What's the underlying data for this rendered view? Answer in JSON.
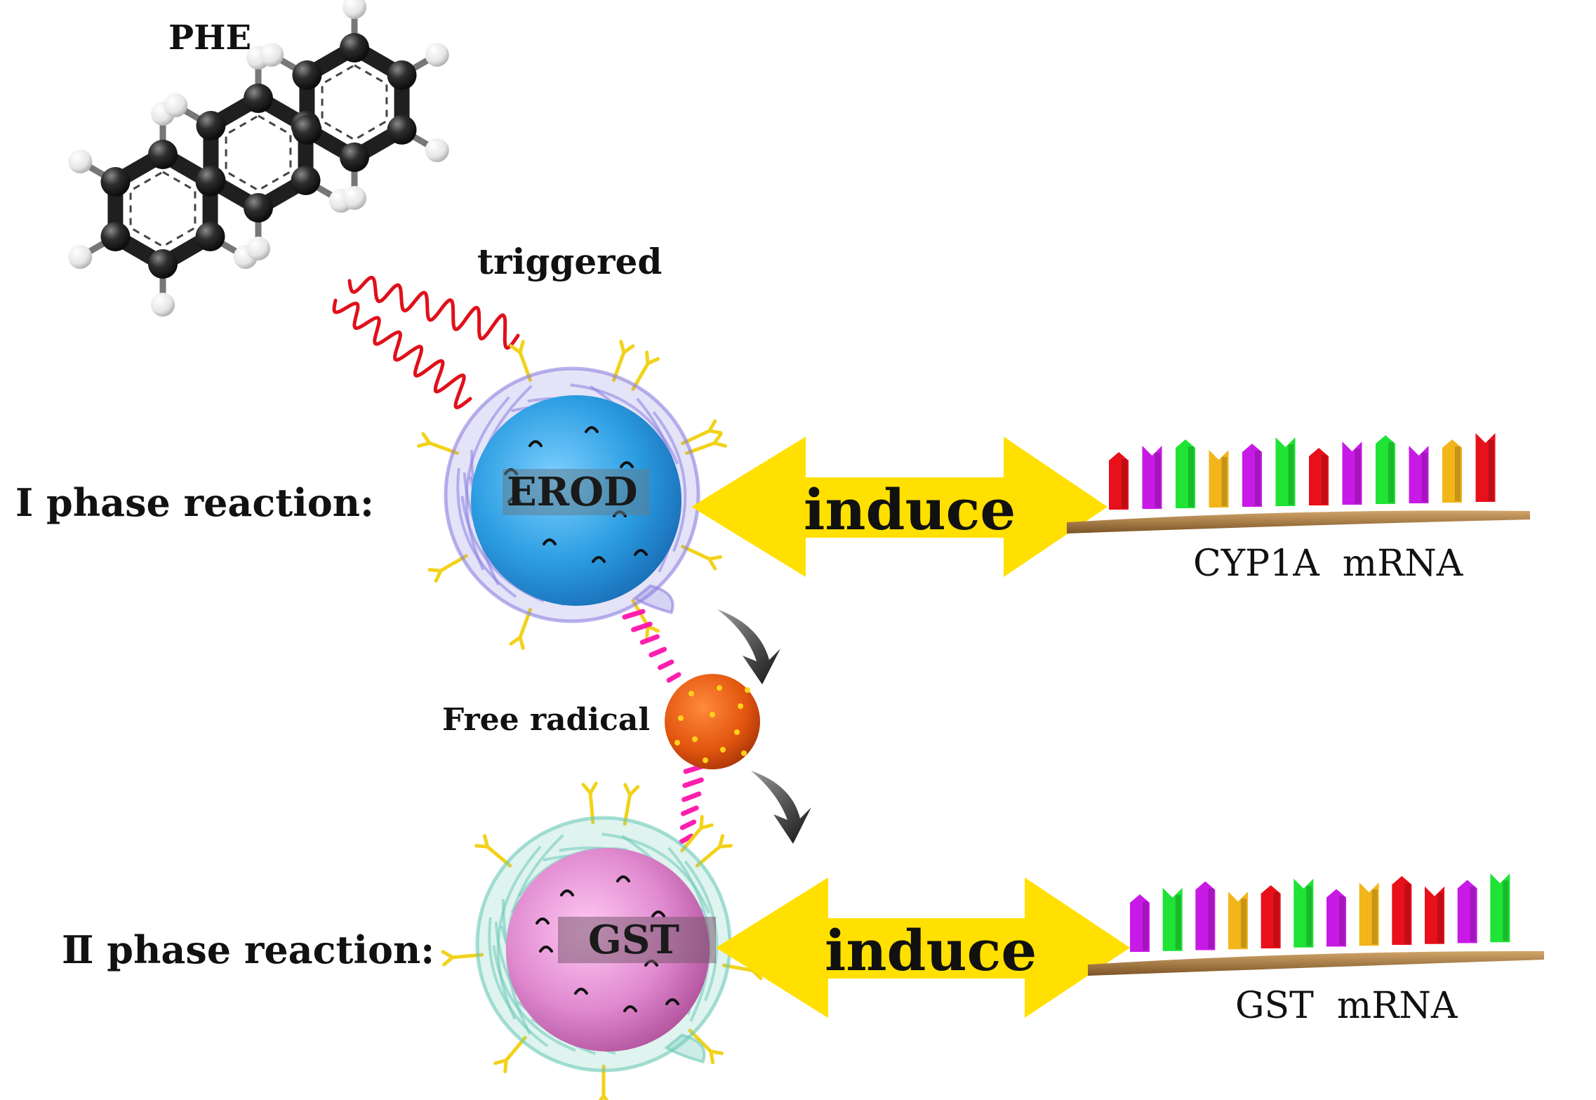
{
  "molecule": {
    "label": "PHE"
  },
  "trigger": {
    "label": "triggered"
  },
  "phase1": {
    "label": "I phase reaction:",
    "enzyme": "EROD",
    "arrow_label": "induce",
    "mrna_label": "CYP1A  mRNA",
    "bar_colors": [
      "#e8101a",
      "#c81ae6",
      "#1fe335",
      "#f2b51a",
      "#c81ae6",
      "#1fe335",
      "#e8101a",
      "#c81ae6",
      "#1fe335",
      "#c81ae6",
      "#f2b51a",
      "#e8101a"
    ]
  },
  "intermediate": {
    "label": "Free radical"
  },
  "phase2": {
    "label": "Ⅱ phase reaction:",
    "enzyme": "GST",
    "arrow_label": "induce",
    "mrna_label": "GST  mRNA",
    "bar_colors": [
      "#c81ae6",
      "#1fe335",
      "#c81ae6",
      "#f2b51a",
      "#e8101a",
      "#1fe335",
      "#c81ae6",
      "#f2b51a",
      "#e8101a",
      "#e8101a",
      "#c81ae6",
      "#1fe335"
    ]
  },
  "colors": {
    "arrow_yellow": "#ffe000",
    "wave_red": "#e0101a",
    "dash_magenta": "#ff1fae",
    "radical_orange": "#e65a10",
    "cell1_core": "#3aa6e6",
    "cell2_core": "#e88ed6",
    "strand_brown": "#a77a44",
    "antenna_yellow": "#f2d21a"
  }
}
